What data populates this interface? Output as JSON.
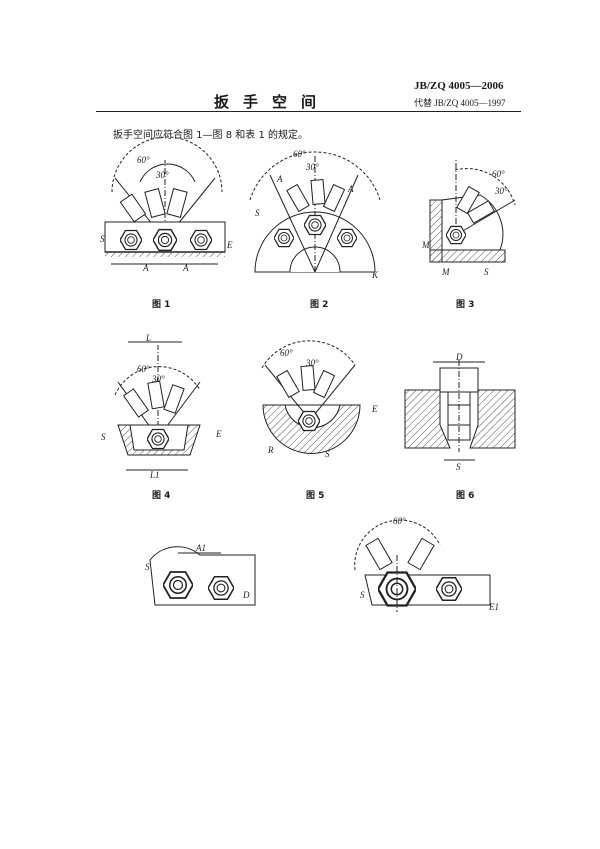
{
  "header": {
    "title": "扳手空间",
    "standard_no": "JB/ZQ 4005—2006",
    "replaces": "代替 JB/ZQ 4005—1997"
  },
  "intro": "扳手空间应符合图 1—图 8 和表 1 的规定。",
  "captions": [
    "图 1",
    "图 2",
    "图 3",
    "图 4",
    "图 5",
    "图 6"
  ],
  "dim_labels": {
    "a60": "60°",
    "a30": "30°",
    "S": "S",
    "E": "E",
    "A": "A",
    "M": "M",
    "L": "L",
    "L1": "L1",
    "K": "K",
    "R": "R",
    "D": "D",
    "A1": "A1",
    "E1": "E1"
  },
  "icons": [
    "hex-nut-icon",
    "wrench-icon"
  ]
}
